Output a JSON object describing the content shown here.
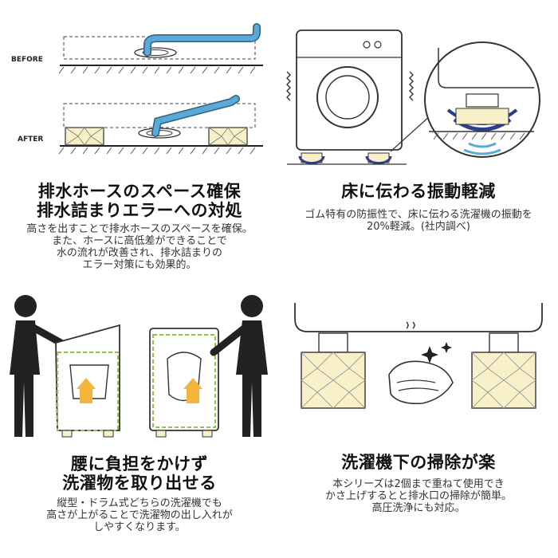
{
  "panels": {
    "hose": {
      "before_label": "BEFORE",
      "after_label": "AFTER",
      "title_lines": [
        "排水ホースのスペース確保",
        "排水詰まりエラーへの対処"
      ],
      "body_lines": [
        "高さを出すことで排水ホースのスペースを確保。",
        "また、ホースに高低差ができることで",
        "水の流れが改善され、排水詰まりの",
        "エラー対策にも効果的。"
      ]
    },
    "vibration": {
      "title_lines": [
        "床に伝わる振動軽減"
      ],
      "body_lines": [
        "ゴム特有の防振性で、床に伝わる洗濯機の振動を",
        "20%軽減。(社内調べ)"
      ]
    },
    "posture": {
      "title_lines": [
        "腰に負担をかけず",
        "洗濯物を取り出せる"
      ],
      "body_lines": [
        "縦型・ドラム式どちらの洗濯機でも",
        "高さが上がることで洗濯物の出し入れが",
        "しやすくなります。"
      ]
    },
    "cleaning": {
      "title_lines": [
        "洗濯機下の掃除が楽"
      ],
      "body_lines": [
        "本シリーズは2個まで重ねて使用でき",
        "かさ上げするとと排水口の掃除が簡単。",
        "高圧洗浄にも対応。"
      ]
    }
  },
  "colors": {
    "hose_blue": "#5aa9d6",
    "riser_yellow": "#f7f0c8",
    "guide_green": "#8cc63f",
    "vibration_navy": "#2c3e8c",
    "arrow_orange": "#f5b53c"
  }
}
